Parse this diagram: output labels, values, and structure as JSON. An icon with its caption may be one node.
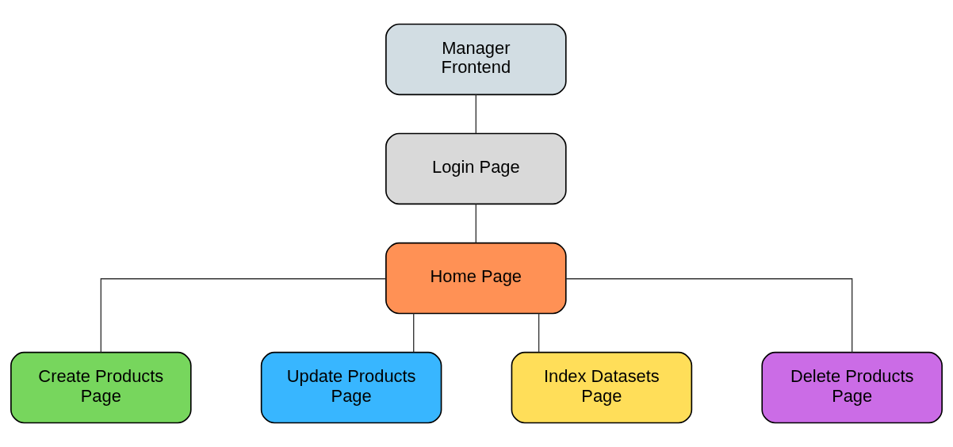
{
  "diagram": {
    "nodes": [
      {
        "text": [
          "Manager Frontend"
        ]
      },
      {
        "text": [
          "Login Page"
        ]
      },
      {
        "text": [
          "Home Page"
        ]
      },
      {
        "text": [
          "Create Products Page"
        ]
      },
      {
        "text": [
          "Update Products Page"
        ]
      },
      {
        "text": [
          "Index Datasets Page"
        ]
      },
      {
        "text": [
          "Delete Products Page"
        ]
      }
    ],
    "edges": [
      {
        "from": 0,
        "to": 1,
        "arrow": "none"
      },
      {
        "from": 1,
        "to": 2,
        "arrow": "none"
      },
      {
        "from": 2,
        "to": 3,
        "arrow": "none"
      },
      {
        "from": 2,
        "to": 4,
        "arrow": "none"
      },
      {
        "from": 2,
        "to": 5,
        "arrow": "none"
      },
      {
        "from": 2,
        "to": 6,
        "arrow": "none"
      }
    ]
  }
}
